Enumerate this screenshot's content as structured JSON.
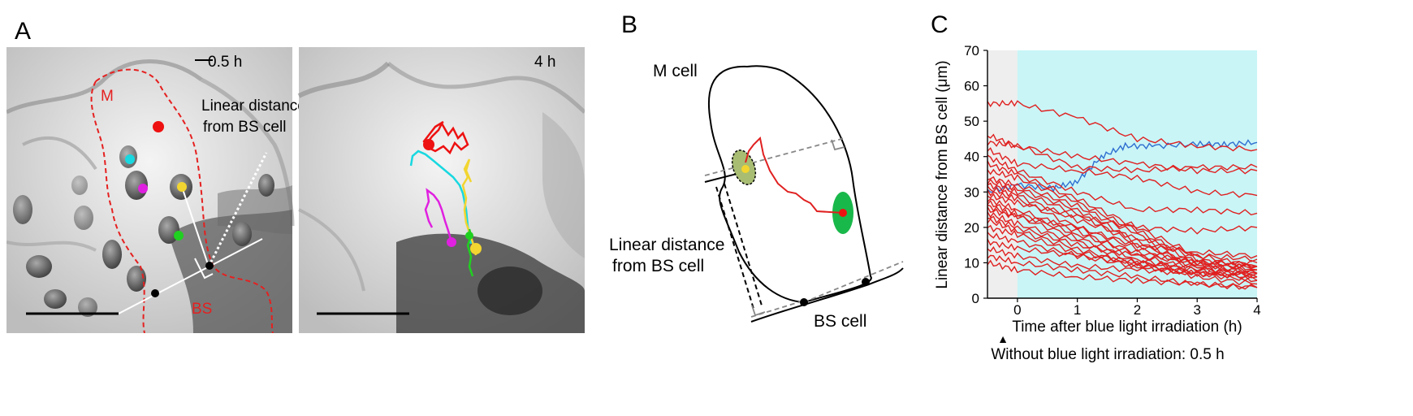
{
  "panels": {
    "a": {
      "letter": "A",
      "left_time": "0.5 h",
      "right_time": "4 h",
      "m_label": "M",
      "bs_label": "BS",
      "distance_label_line1": "Linear distance",
      "distance_label_line2": "from BS cell",
      "dot_colors": [
        "#e11",
        "#18d8e0",
        "#e020e0",
        "#f2d530",
        "#20d020"
      ]
    },
    "b": {
      "letter": "B",
      "m_cell": "M cell",
      "bs_cell": "BS cell",
      "distance_label_line1": "Linear distance",
      "distance_label_line2": "from BS cell"
    },
    "c": {
      "letter": "C",
      "footnote": "Without blue light irradiation: 0.5 h",
      "arrow_glyph": "▲"
    }
  },
  "chart_data": {
    "type": "line",
    "xlabel": "Time  after blue  light  irradiation  (h)",
    "ylabel": "Linear distance from BS cell (μm)",
    "xlim": [
      -0.5,
      4
    ],
    "ylim": [
      0,
      70
    ],
    "xticks": [
      0,
      1,
      2,
      3,
      4
    ],
    "yticks": [
      0,
      10,
      20,
      30,
      40,
      50,
      60,
      70
    ],
    "regions": [
      {
        "x0": -0.5,
        "x1": 0.0,
        "color": "#eeeeee",
        "meaning": "without blue light"
      },
      {
        "x0": 0.0,
        "x1": 4.0,
        "color": "#c9f5f7",
        "meaning": "blue light irradiation"
      }
    ],
    "series_colors": {
      "red": "#e02020",
      "blue": "#2f6fd0"
    },
    "series": [
      {
        "color": "blue",
        "x": [
          -0.5,
          0,
          0.6,
          1.0,
          1.4,
          1.8,
          2.3,
          3.0,
          3.5,
          4.0
        ],
        "y": [
          30,
          32,
          31,
          33,
          40,
          43,
          43,
          43.5,
          43.5,
          44
        ]
      },
      {
        "color": "red",
        "x": [
          -0.5,
          0,
          1,
          2,
          3,
          4
        ],
        "y": [
          55,
          55,
          51,
          45,
          43,
          42
        ]
      },
      {
        "color": "red",
        "x": [
          -0.5,
          0,
          1,
          2,
          3,
          4
        ],
        "y": [
          46,
          43,
          40,
          38,
          36,
          36
        ]
      },
      {
        "color": "red",
        "x": [
          -0.5,
          0,
          1,
          2,
          3,
          4
        ],
        "y": [
          44,
          43,
          37,
          36,
          37,
          37
        ]
      },
      {
        "color": "red",
        "x": [
          -0.5,
          0,
          1,
          2,
          3,
          4
        ],
        "y": [
          42,
          38,
          36,
          34,
          30,
          29
        ]
      },
      {
        "color": "red",
        "x": [
          -0.5,
          0,
          1,
          2,
          3,
          4
        ],
        "y": [
          40,
          36,
          30,
          25,
          25,
          24
        ]
      },
      {
        "color": "red",
        "x": [
          -0.5,
          0,
          1,
          2,
          3,
          4
        ],
        "y": [
          38,
          35,
          28,
          20,
          12,
          9
        ]
      },
      {
        "color": "red",
        "x": [
          -0.5,
          0,
          1,
          2,
          3,
          4
        ],
        "y": [
          36,
          34,
          27,
          19,
          11,
          8
        ]
      },
      {
        "color": "red",
        "x": [
          -0.5,
          0,
          1,
          2,
          3,
          4
        ],
        "y": [
          34,
          32,
          26,
          18,
          10,
          7
        ]
      },
      {
        "color": "red",
        "x": [
          -0.5,
          0,
          1,
          2,
          3,
          4
        ],
        "y": [
          33,
          31,
          25,
          16,
          9,
          7
        ]
      },
      {
        "color": "red",
        "x": [
          -0.5,
          0,
          1,
          2,
          3,
          4
        ],
        "y": [
          32,
          30,
          24,
          15,
          10,
          9
        ]
      },
      {
        "color": "red",
        "x": [
          -0.5,
          0,
          1,
          2,
          3,
          4
        ],
        "y": [
          31,
          29,
          22,
          17,
          12,
          11
        ]
      },
      {
        "color": "red",
        "x": [
          -0.5,
          0,
          1,
          2,
          3,
          4
        ],
        "y": [
          30,
          28,
          20,
          14,
          9,
          6
        ]
      },
      {
        "color": "red",
        "x": [
          -0.5,
          0,
          1,
          2,
          3,
          4
        ],
        "y": [
          29,
          27,
          23,
          20,
          19,
          20
        ]
      },
      {
        "color": "red",
        "x": [
          -0.5,
          0,
          1,
          2,
          3,
          4
        ],
        "y": [
          28,
          25,
          19,
          12,
          8,
          5
        ]
      },
      {
        "color": "red",
        "x": [
          -0.5,
          0,
          1,
          2,
          3,
          4
        ],
        "y": [
          27,
          24,
          18,
          13,
          10,
          9
        ]
      },
      {
        "color": "red",
        "x": [
          -0.5,
          0,
          1,
          2,
          3,
          4
        ],
        "y": [
          26,
          23,
          17,
          11,
          7,
          5
        ]
      },
      {
        "color": "red",
        "x": [
          -0.5,
          0,
          1,
          2,
          3,
          4
        ],
        "y": [
          25,
          23,
          20,
          15,
          13,
          12
        ]
      },
      {
        "color": "red",
        "x": [
          -0.5,
          0,
          1,
          2,
          3,
          4
        ],
        "y": [
          24,
          21,
          16,
          10,
          8,
          8
        ]
      },
      {
        "color": "red",
        "x": [
          -0.5,
          0,
          1,
          2,
          3,
          4
        ],
        "y": [
          23,
          20,
          15,
          12,
          10,
          10
        ]
      },
      {
        "color": "red",
        "x": [
          -0.5,
          0,
          1,
          2,
          3,
          4
        ],
        "y": [
          22,
          19,
          14,
          9,
          7,
          6
        ]
      },
      {
        "color": "red",
        "x": [
          -0.5,
          0,
          1,
          2,
          3,
          4
        ],
        "y": [
          20,
          18,
          13,
          10,
          6,
          4
        ]
      },
      {
        "color": "red",
        "x": [
          -0.5,
          0,
          1,
          2,
          3,
          4
        ],
        "y": [
          18,
          16,
          12,
          9,
          7,
          7
        ]
      },
      {
        "color": "red",
        "x": [
          -0.5,
          0,
          1,
          2,
          3,
          4
        ],
        "y": [
          16,
          14,
          12,
          10,
          9,
          9
        ]
      },
      {
        "color": "red",
        "x": [
          -0.5,
          0,
          1,
          2,
          3,
          4
        ],
        "y": [
          14,
          12,
          9,
          8,
          7,
          7
        ]
      },
      {
        "color": "red",
        "x": [
          -0.5,
          0,
          1,
          2,
          3,
          4
        ],
        "y": [
          12,
          10,
          8,
          6,
          4,
          3
        ]
      },
      {
        "color": "red",
        "x": [
          -0.5,
          0,
          1,
          2,
          3,
          4
        ],
        "y": [
          10,
          8,
          6,
          5,
          4,
          3
        ]
      }
    ]
  }
}
